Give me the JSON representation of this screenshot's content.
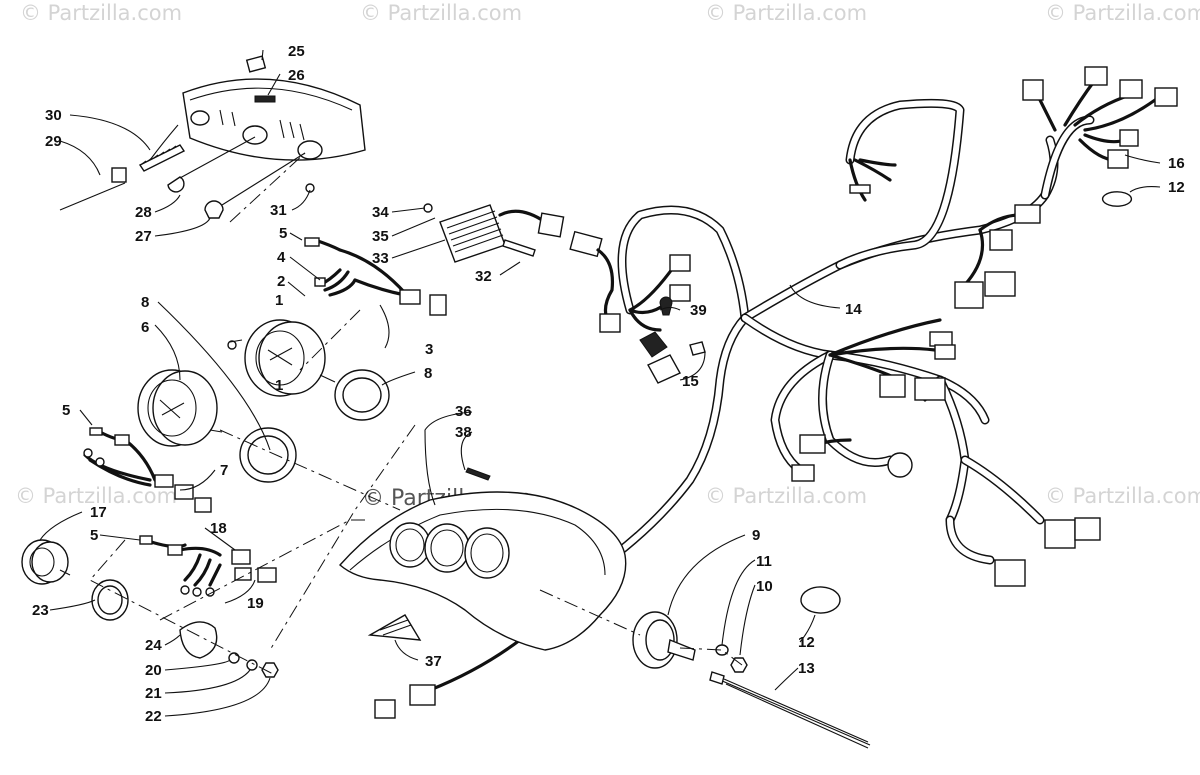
{
  "watermark": "© Partzilla.com",
  "watermark_center": "© Partzilla.com",
  "callouts": [
    "1",
    "2",
    "3",
    "4",
    "5",
    "6",
    "7",
    "8",
    "9",
    "10",
    "11",
    "12",
    "13",
    "14",
    "15",
    "16",
    "17",
    "18",
    "19",
    "20",
    "21",
    "22",
    "23",
    "24",
    "25",
    "26",
    "27",
    "28",
    "29",
    "30",
    "31",
    "32",
    "33",
    "34",
    "35",
    "36",
    "37",
    "38",
    "39"
  ]
}
